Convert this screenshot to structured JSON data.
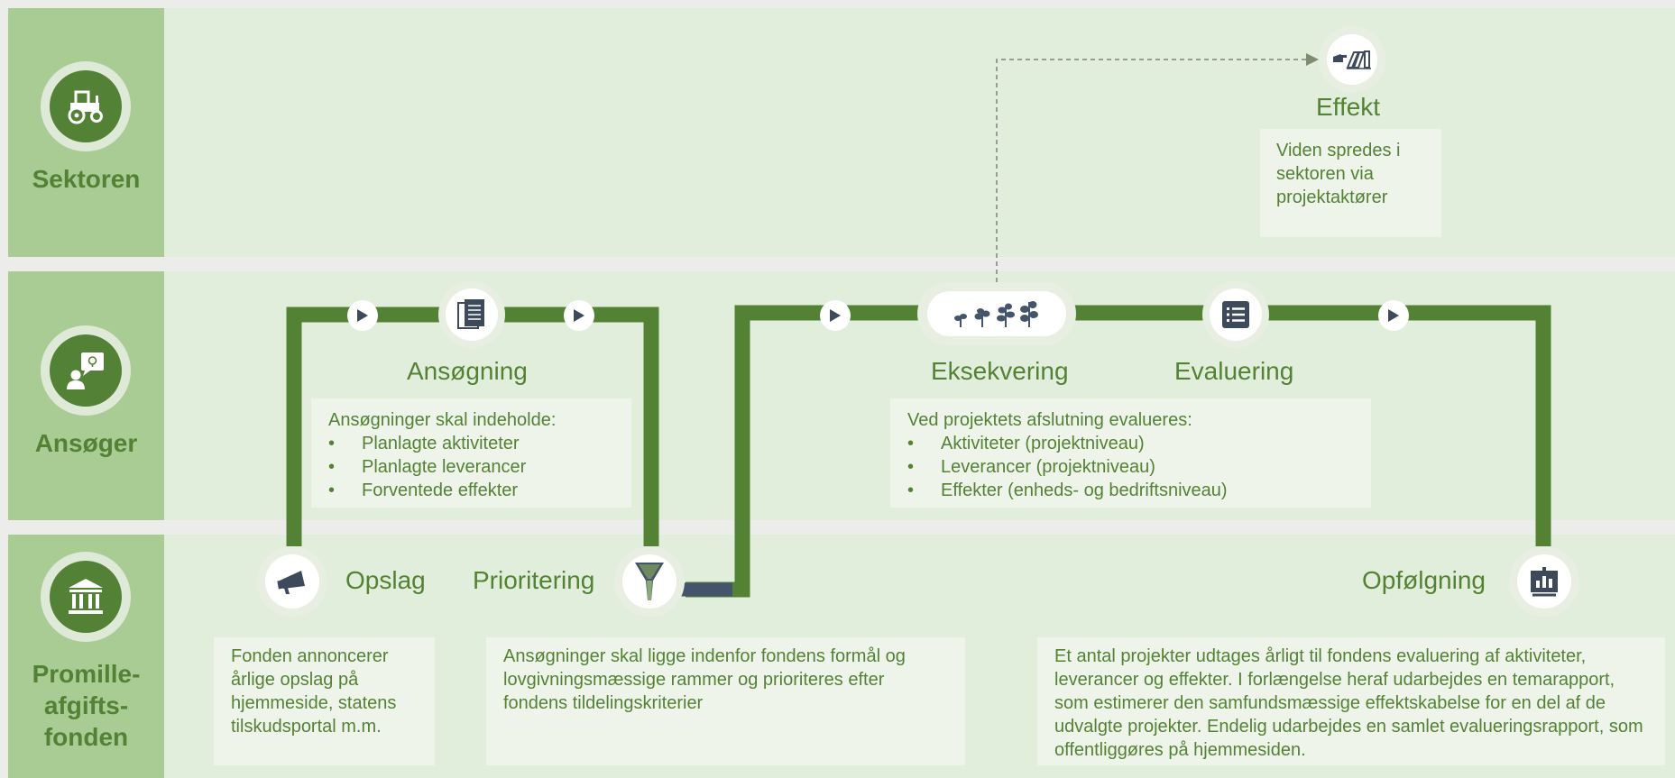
{
  "lanes": {
    "sector": {
      "title": "Sektoren",
      "icon": "tractor-icon"
    },
    "applicant": {
      "title": "Ansøger",
      "icon": "presenter-idea-icon"
    },
    "fund": {
      "title_lines": [
        "Promille-",
        "afgifts-",
        "fonden"
      ],
      "icon": "institution-icon"
    }
  },
  "steps": {
    "opslag": {
      "label": "Opslag",
      "icon": "megaphone-icon"
    },
    "ansoegning": {
      "label": "Ansøgning",
      "icon": "documents-icon"
    },
    "prioritering": {
      "label": "Prioritering",
      "icon": "funnel-icon"
    },
    "eksekvering": {
      "label": "Eksekvering",
      "icon": "growing-plants-icon"
    },
    "evaluering": {
      "label": "Evaluering",
      "icon": "checklist-icon"
    },
    "opfoelgning": {
      "label": "Opfølgning",
      "icon": "report-chart-icon"
    },
    "effekt": {
      "label": "Effekt",
      "icon": "domino-effect-icon"
    }
  },
  "boxes": {
    "effekt": {
      "text": "Viden spredes i sektoren via projektaktører"
    },
    "ansoegning": {
      "intro": "Ansøgninger skal indeholde:",
      "items": [
        "Planlagte aktiviteter",
        "Planlagte leverancer",
        "Forventede effekter"
      ]
    },
    "evaluering": {
      "intro": "Ved projektets afslutning evalueres:",
      "items": [
        "Aktiviteter (projektniveau)",
        "Leverancer (projektniveau)",
        "Effekter (enheds- og bedriftsniveau)"
      ]
    },
    "opslag": {
      "text": "Fonden annoncerer årlige opslag på hjemmeside, statens tilskudsportal m.m."
    },
    "prioritering": {
      "text": "Ansøgninger skal ligge indenfor fondens formål og lovgivningsmæssige rammer og prioriteres efter fondens tildelingskriterier"
    },
    "opfoelgning": {
      "text": "Et antal projekter udtages årligt til fondens evaluering af aktiviteter, leverancer og effekter. I forlængelse heraf udarbejdes en temarapport, som estimerer den samfundsmæssige effektskabelse for en del af de udvalgte projekter. Endelig udarbejdes en samlet evalueringsrapport, som offentliggøres på hjemmesiden."
    }
  },
  "colors": {
    "path": "#548235",
    "lane_bg": "#e2eedc",
    "label_bg": "#a9cc94",
    "text_green": "#548235",
    "icon_dark": "#3c4a5c"
  }
}
